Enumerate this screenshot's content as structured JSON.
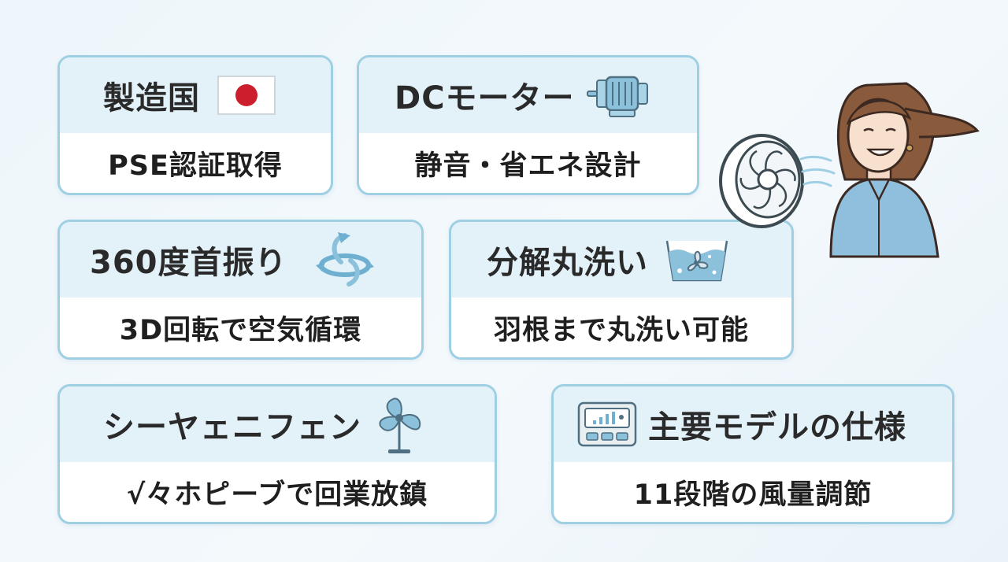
{
  "cards": [
    {
      "title": "製造国",
      "subtitle": "PSE認証取得",
      "icon": "japan-flag-icon"
    },
    {
      "title": "DCモーター",
      "subtitle": "静音・省エネ設計",
      "icon": "motor-icon"
    },
    {
      "title": "360度首振り",
      "subtitle": "3D回転で空気循環",
      "icon": "rotation-icon"
    },
    {
      "title": "分解丸洗い",
      "subtitle": "羽根まで丸洗い可能",
      "icon": "washing-icon"
    },
    {
      "title": "シーヤェニフェン",
      "subtitle": "√々ホピーブで回業放鎮",
      "icon": "fan-icon"
    },
    {
      "title": "主要モデルの仕様",
      "subtitle": "11段階の風量調節",
      "icon": "control-panel-icon"
    }
  ],
  "colors": {
    "card_border": "#9fcfe3",
    "header_bg": "#e3f1f9",
    "flag_red": "#cc1f2e",
    "icon_blue": "#8cc1dc",
    "icon_stroke": "#4f6f82"
  }
}
